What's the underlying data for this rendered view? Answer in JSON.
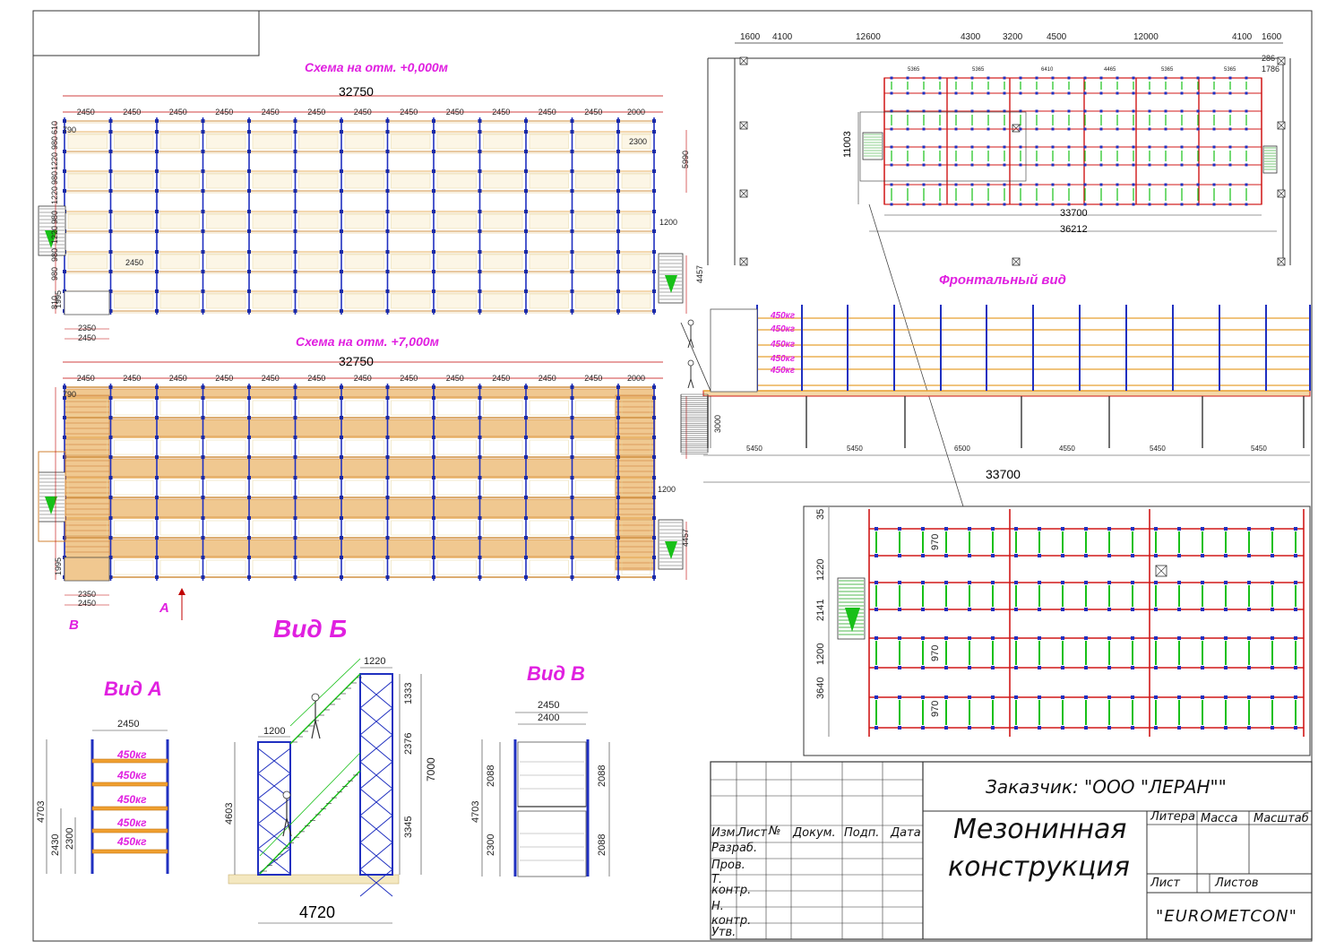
{
  "plan0": {
    "title": "Схема на отм. +0,000м",
    "overall": "32750",
    "bays": [
      "2450",
      "2450",
      "2450",
      "2450",
      "2450",
      "2450",
      "2450",
      "2450",
      "2450",
      "2450",
      "2450",
      "2450",
      "2000"
    ],
    "side_dims": [
      "610",
      "980",
      "1220",
      "980",
      "1220",
      "980",
      "1220",
      "980",
      "980",
      "810"
    ],
    "stair_w": "2450",
    "w1200": "1200",
    "w2300": "2300",
    "right": "5990",
    "right2": "4457",
    "bottom": [
      "2350",
      "2450"
    ],
    "d1995": "1995",
    "d790": "790"
  },
  "plan7": {
    "title": "Схема на отм. +7,000м",
    "overall": "32750",
    "bays": [
      "2450",
      "2450",
      "2450",
      "2450",
      "2450",
      "2450",
      "2450",
      "2450",
      "2450",
      "2450",
      "2450",
      "2450",
      "2000"
    ],
    "w1200": "1200",
    "right2": "4457",
    "bottom": [
      "2350",
      "2450"
    ],
    "d1995": "1995",
    "d790": "790",
    "marker_a": "A",
    "marker_b": "B"
  },
  "topplan": {
    "dims_top": [
      "1600",
      "4100",
      "12600",
      "4300",
      "3200",
      "4500",
      "12000",
      "4100",
      "1600"
    ],
    "d286": "286",
    "d1786": "1786",
    "total": "33700",
    "total2": "36212",
    "height": "11003",
    "inner_top": [
      "5365",
      "5365",
      "6410",
      "4465",
      "5365",
      "5365"
    ]
  },
  "front": {
    "title": "Фронтальный вид",
    "loads": [
      "450кг",
      "450кг",
      "450кг",
      "450кг",
      "450кг"
    ],
    "height": "3000",
    "spans": [
      "5450",
      "5450",
      "6500",
      "4550",
      "5450",
      "5450"
    ],
    "total": "33700"
  },
  "detail": {
    "dims_left": [
      "35",
      "1220",
      "2141",
      "1200",
      "3640"
    ],
    "d970": "970"
  },
  "vid_a": {
    "title": "Вид А",
    "width": "2450",
    "loads": [
      "450кг",
      "450кг",
      "450кг",
      "450кг",
      "450кг"
    ],
    "h_total": "4703",
    "h1": "2430",
    "h2": "2300"
  },
  "vid_b": {
    "title": "Вид Б",
    "top": "1220",
    "landing": "1200",
    "right": [
      "1333",
      "2376",
      "3345"
    ],
    "total": "7000",
    "left": "4603",
    "bottom": "4720"
  },
  "vid_v": {
    "title": "Вид В",
    "w1": "2450",
    "w2": "2400",
    "h_total": "4703",
    "left": [
      "2088",
      "2300"
    ],
    "right": [
      "2088",
      "2088"
    ]
  },
  "titleblock": {
    "customer": "Заказчик: \"ООО \"ЛЕРАН\"\"",
    "name1": "Мезонинная",
    "name2": "конструкция",
    "col_izm": "Изм.",
    "col_list": "Лист",
    "col_num": "№",
    "col_dokum": "Докум.",
    "col_podp": "Подп.",
    "col_data": "Дата",
    "row_razrab": "Разраб.",
    "row_prov": "Пров.",
    "row_t": "Т.",
    "row_kontr": "контр.",
    "row_n": "Н.",
    "row_kontr2": "контр.",
    "row_utv": "Утв.",
    "litera": "Литера",
    "massa": "Масса",
    "masshtab": "Масштаб",
    "list": "Лист",
    "listov": "Листов",
    "company": "\"EUROMETCON\""
  }
}
